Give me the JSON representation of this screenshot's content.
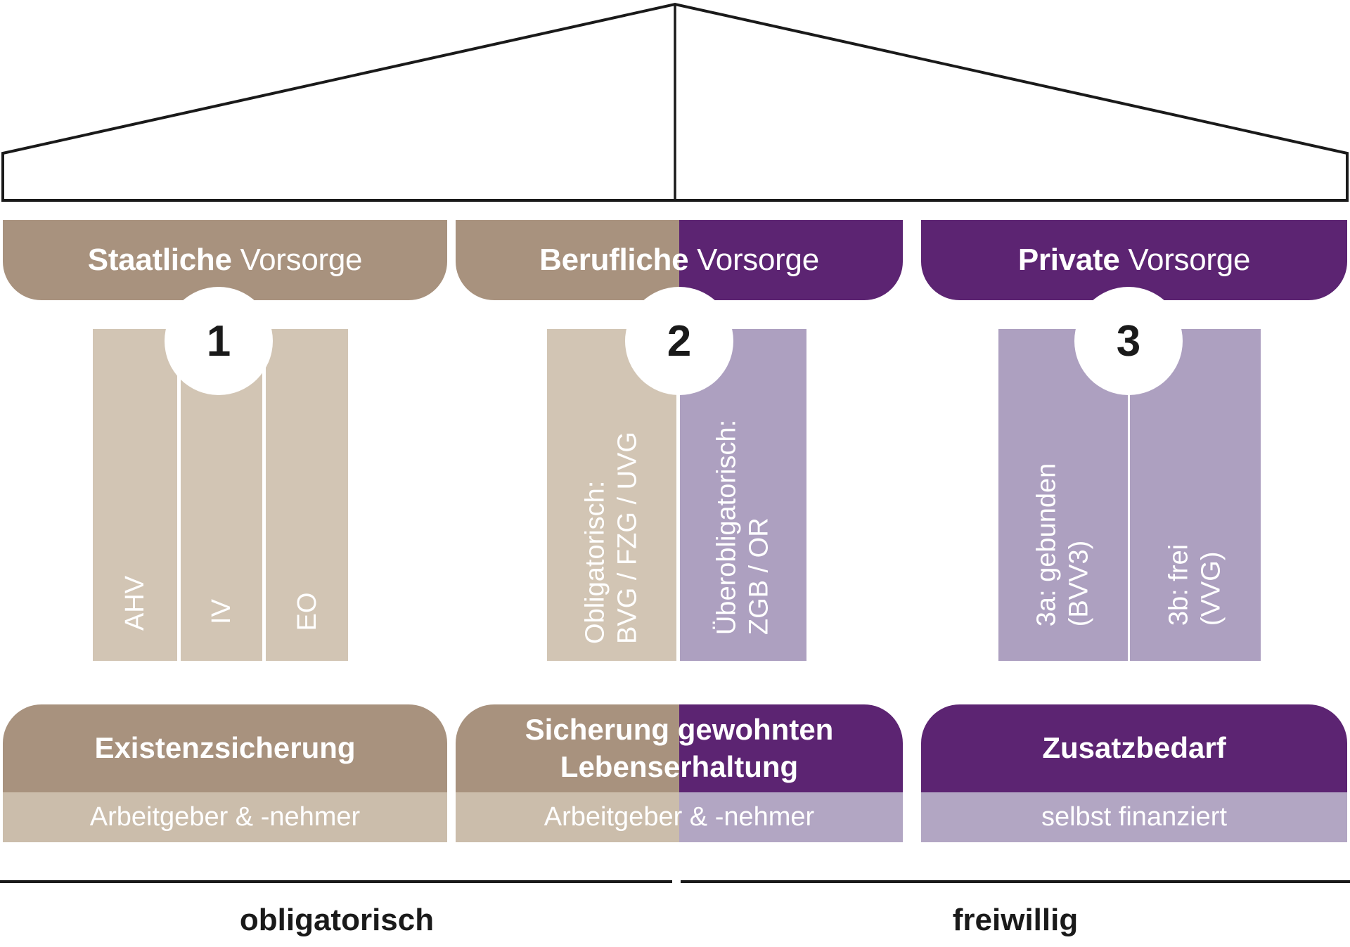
{
  "colors": {
    "brown": "#a8927e",
    "beige": "#d2c5b4",
    "purple": "#5c2472",
    "lilac": "#ada0c0",
    "brown-light": "#cbbdab",
    "lilac-light": "#b2a6c3",
    "ink": "#1a1a1a"
  },
  "pillars": [
    {
      "number": "1",
      "header": {
        "bold": "Staatliche",
        "rest": "Vorsorge"
      },
      "columns": [
        {
          "lines": [
            "AHV"
          ]
        },
        {
          "lines": [
            "IV"
          ]
        },
        {
          "lines": [
            "EO"
          ]
        }
      ],
      "footer": {
        "title_lines": [
          "Existenzsicherung"
        ],
        "financing": "Arbeitgeber & -nehmer"
      }
    },
    {
      "number": "2",
      "header": {
        "bold": "Berufliche",
        "rest": "Vorsorge"
      },
      "columns": [
        {
          "lines": [
            "Obligatorisch:",
            "BVG / FZG / UVG"
          ]
        },
        {
          "lines": [
            "Überobligatorisch:",
            "ZGB / OR"
          ]
        }
      ],
      "footer": {
        "title_lines": [
          "Sicherung gewohnten",
          "Lebenserhaltung"
        ],
        "financing": "Arbeitgeber & -nehmer"
      }
    },
    {
      "number": "3",
      "header": {
        "bold": "Private",
        "rest": "Vorsorge"
      },
      "columns": [
        {
          "lines": [
            "3a: gebunden",
            "(BVV3)"
          ]
        },
        {
          "lines": [
            "3b: frei",
            "(VVG)"
          ]
        }
      ],
      "footer": {
        "title_lines": [
          "Zusatzbedarf"
        ],
        "financing": "selbst finanziert"
      }
    }
  ],
  "axis": {
    "left_label": "obligatorisch",
    "right_label": "freiwillig"
  }
}
